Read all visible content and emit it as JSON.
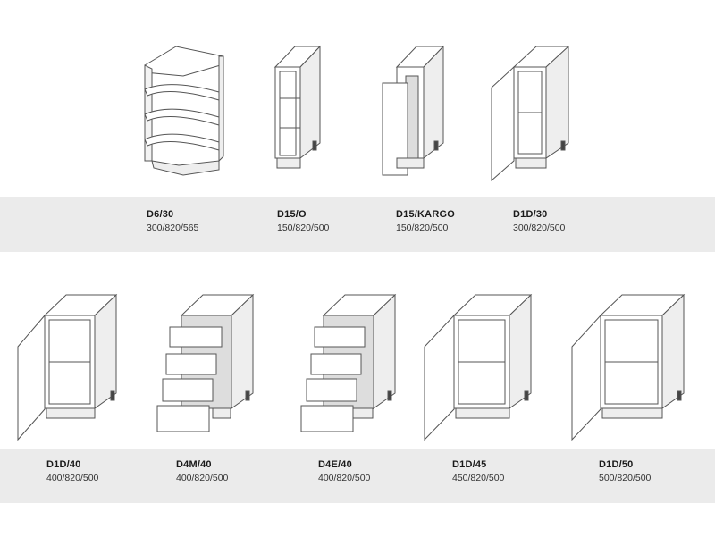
{
  "row1": [
    {
      "code": "D6/30",
      "dims": "300/820/565",
      "drawing": "corner-open-shelf-icon"
    },
    {
      "code": "D15/O",
      "dims": "150/820/500",
      "drawing": "narrow-open-shelf-icon"
    },
    {
      "code": "D15/KARGO",
      "dims": "150/820/500",
      "drawing": "cargo-pullout-icon"
    },
    {
      "code": "D1D/30",
      "dims": "300/820/500",
      "drawing": "single-door-cabinet-icon"
    }
  ],
  "row2": [
    {
      "code": "D1D/40",
      "dims": "400/820/500",
      "drawing": "single-door-cabinet-icon"
    },
    {
      "code": "D4M/40",
      "dims": "400/820/500",
      "drawing": "four-drawer-cabinet-icon"
    },
    {
      "code": "D4E/40",
      "dims": "400/820/500",
      "drawing": "four-drawer-cabinet-icon"
    },
    {
      "code": "D1D/45",
      "dims": "450/820/500",
      "drawing": "single-door-cabinet-icon"
    },
    {
      "code": "D1D/50",
      "dims": "500/820/500",
      "drawing": "single-door-cabinet-icon"
    }
  ],
  "colors": {
    "band": "#ebebeb",
    "line": "#555555",
    "inner_shade": "#dcdcdc"
  }
}
